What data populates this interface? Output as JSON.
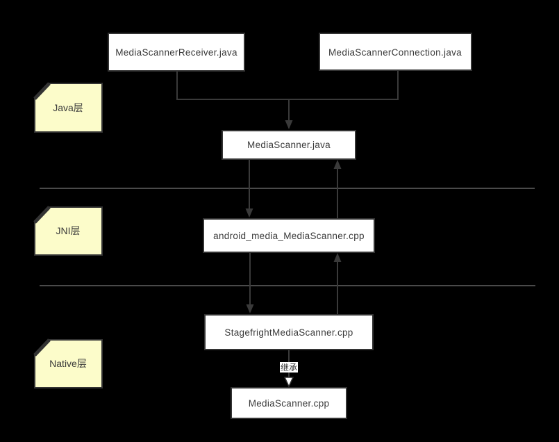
{
  "nodes": {
    "receiver": "MediaScannerReceiver.java",
    "connection": "MediaScannerConnection.java",
    "scanner_java": "MediaScanner.java",
    "jni_cpp": "android_media_MediaScanner.cpp",
    "stagefright_cpp": "StagefrightMediaScanner.cpp",
    "scanner_cpp": "MediaScanner.cpp"
  },
  "layers": {
    "java": "Java层",
    "jni": "JNI层",
    "native": "Native层"
  },
  "edge_labels": {
    "inheritance": "继承"
  },
  "colors": {
    "background": "#000000",
    "node_fill": "#ffffff",
    "node_border": "#333333",
    "note_fill": "#fcfcca",
    "connector": "#3a3a3a",
    "divider": "#4a4a4a",
    "text": "#3a3a3a"
  }
}
